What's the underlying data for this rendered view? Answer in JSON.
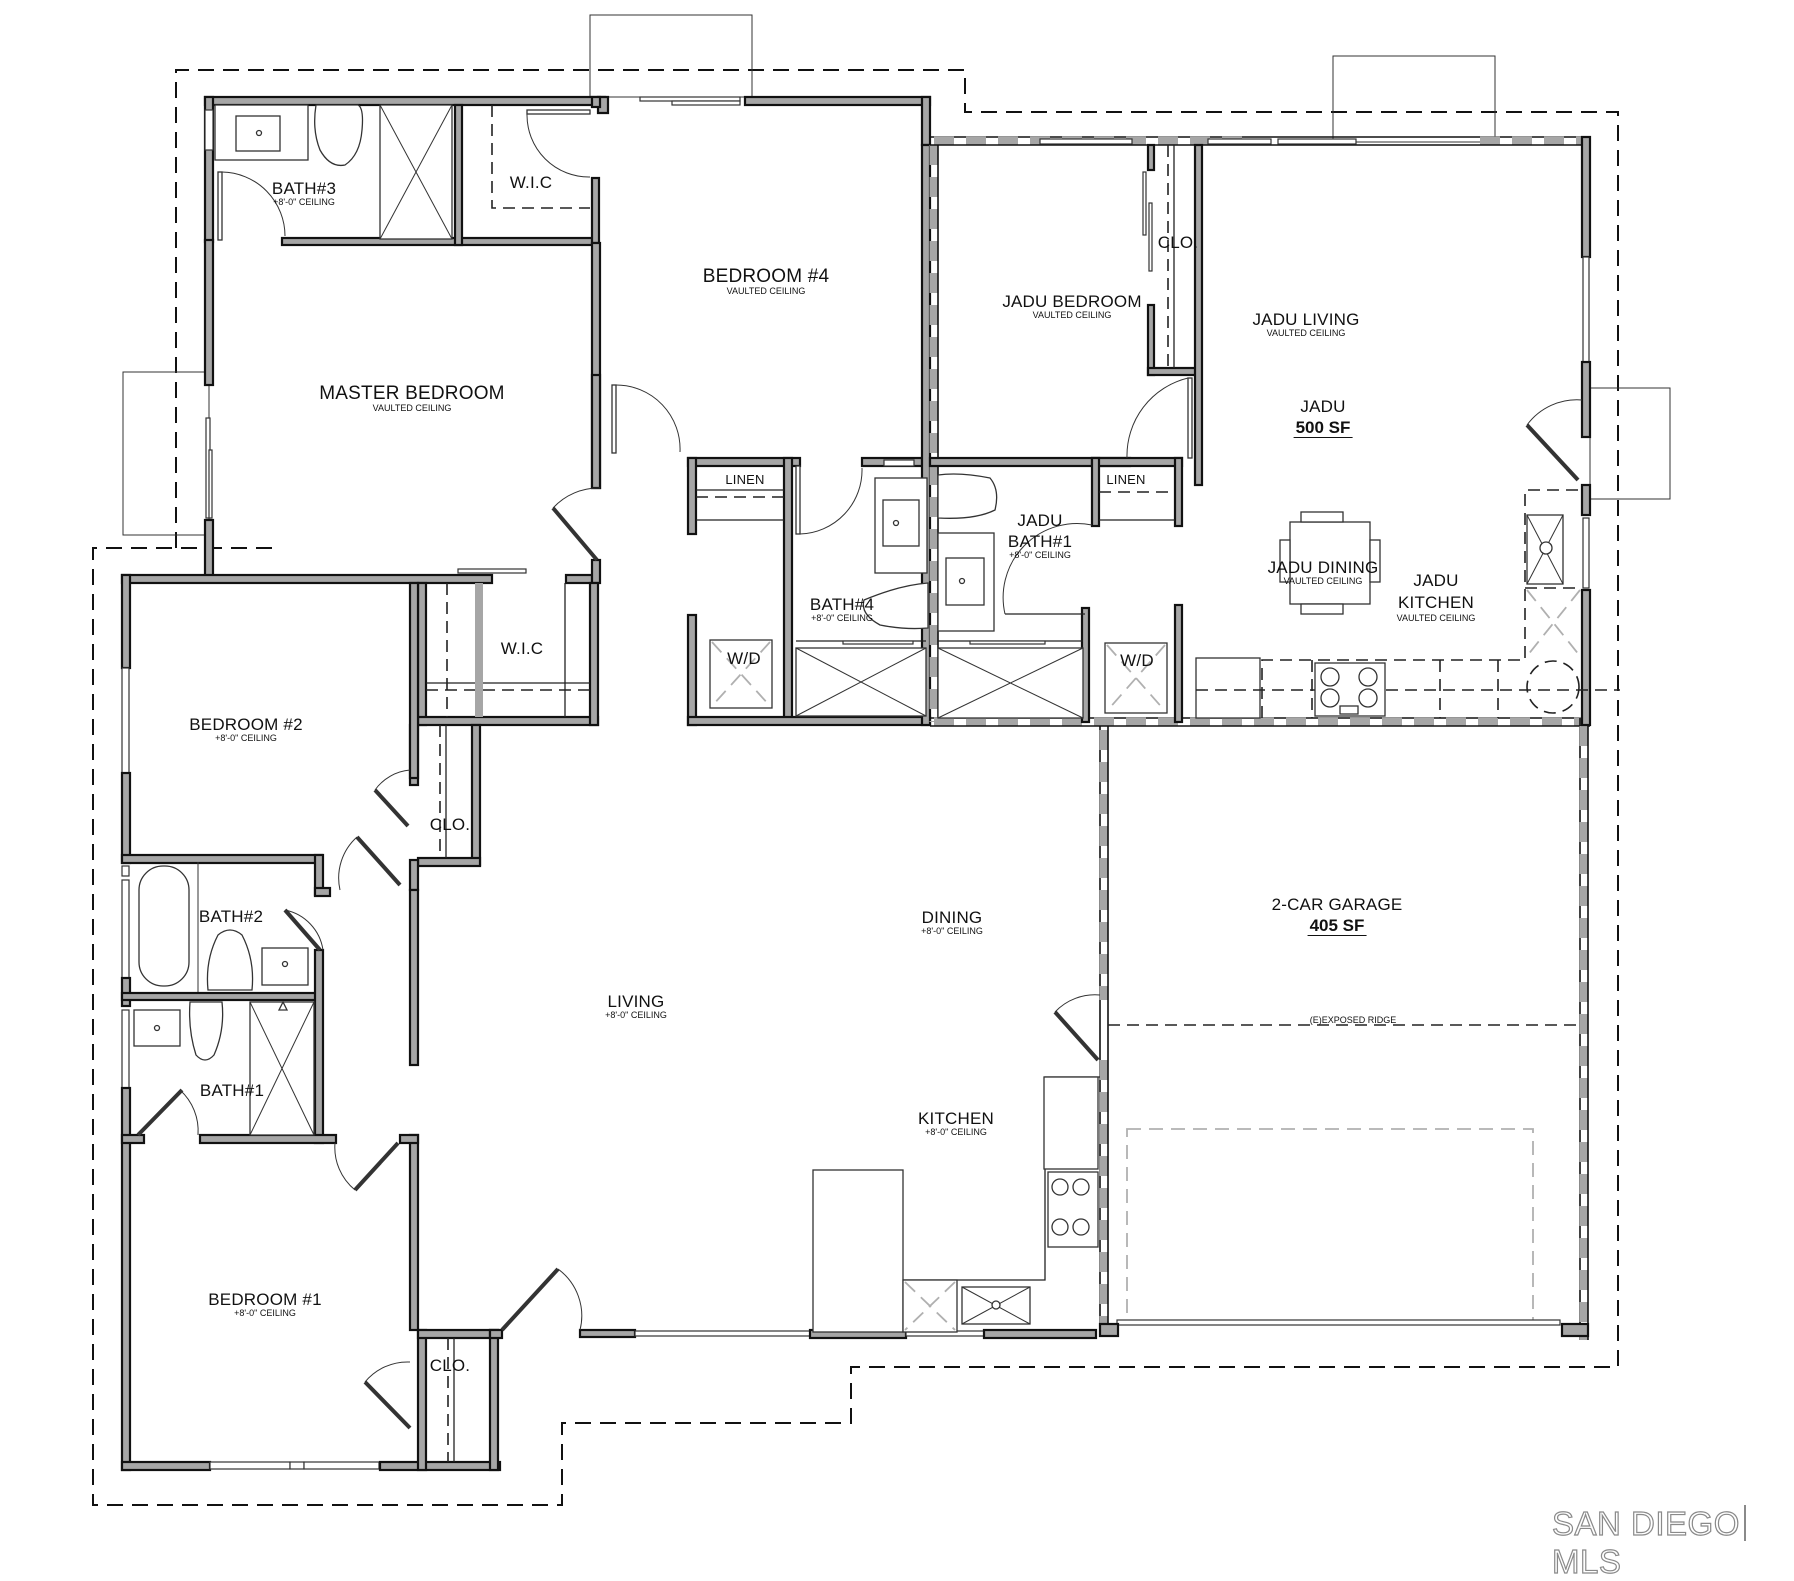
{
  "plan": {
    "rooms": [
      {
        "id": "bath3",
        "name": "BATH#3",
        "ceiling": "+8'-0\" CEILING"
      },
      {
        "id": "wic_master_top",
        "name": "W.I.C"
      },
      {
        "id": "bedroom4",
        "name": "BEDROOM #4",
        "ceiling": "VAULTED CEILING"
      },
      {
        "id": "master_bedroom",
        "name": "MASTER BEDROOM",
        "ceiling": "VAULTED CEILING"
      },
      {
        "id": "wic_master",
        "name": "W.I.C"
      },
      {
        "id": "linen_1",
        "name": "LINEN"
      },
      {
        "id": "bath4",
        "name": "BATH#4",
        "ceiling": "+8'-0\" CEILING"
      },
      {
        "id": "wd_1",
        "name": "W/D"
      },
      {
        "id": "jadu_bedroom",
        "name": "JADU BEDROOM",
        "ceiling": "VAULTED CEILING"
      },
      {
        "id": "jadu_clo",
        "name": "CLO."
      },
      {
        "id": "jadu_living",
        "name": "JADU LIVING",
        "ceiling": "VAULTED CEILING"
      },
      {
        "id": "jadu_total",
        "name": "JADU",
        "area": "500 SF"
      },
      {
        "id": "linen_2",
        "name": "LINEN"
      },
      {
        "id": "jadu_bath1",
        "name": "JADU",
        "name2": "BATH#1",
        "ceiling": "+8'-0\" CEILING"
      },
      {
        "id": "jadu_dining",
        "name": "JADU DINING",
        "ceiling": "VAULTED CEILING"
      },
      {
        "id": "jadu_kitchen",
        "name": "JADU",
        "name2": "KITCHEN",
        "ceiling": "VAULTED CEILING"
      },
      {
        "id": "wd_2",
        "name": "W/D"
      },
      {
        "id": "bedroom2",
        "name": "BEDROOM #2",
        "ceiling": "+8'-0\" CEILING"
      },
      {
        "id": "clo_bed2",
        "name": "CLO."
      },
      {
        "id": "bath2",
        "name": "BATH#2"
      },
      {
        "id": "bath1",
        "name": "BATH#1"
      },
      {
        "id": "bedroom1",
        "name": "BEDROOM #1",
        "ceiling": "+8'-0\" CEILING"
      },
      {
        "id": "clo_bed1",
        "name": "CLO."
      },
      {
        "id": "living",
        "name": "LIVING",
        "ceiling": "+8'-0\" CEILING"
      },
      {
        "id": "dining",
        "name": "DINING",
        "ceiling": "+8'-0\" CEILING"
      },
      {
        "id": "kitchen",
        "name": "KITCHEN",
        "ceiling": "+8'-0\" CEILING"
      },
      {
        "id": "garage",
        "name": "2-CAR GARAGE",
        "area": "405 SF"
      }
    ],
    "annotations": {
      "ridge": "(E)EXPOSED RIDGE"
    },
    "icons": [
      "sink-icon",
      "toilet-icon",
      "shower-icon",
      "bathtub-icon",
      "washer-dryer-icon",
      "cooktop-icon",
      "dining-table-icon",
      "water-heater-icon",
      "door-swing-icon",
      "window-icon"
    ],
    "colors": {
      "wall_fill": "#a6a6a6",
      "line": "#111111",
      "background": "#ffffff",
      "watermark": "#8a8a8a"
    }
  },
  "watermark": {
    "left": "SAN DIEGO",
    "right": "MLS"
  }
}
